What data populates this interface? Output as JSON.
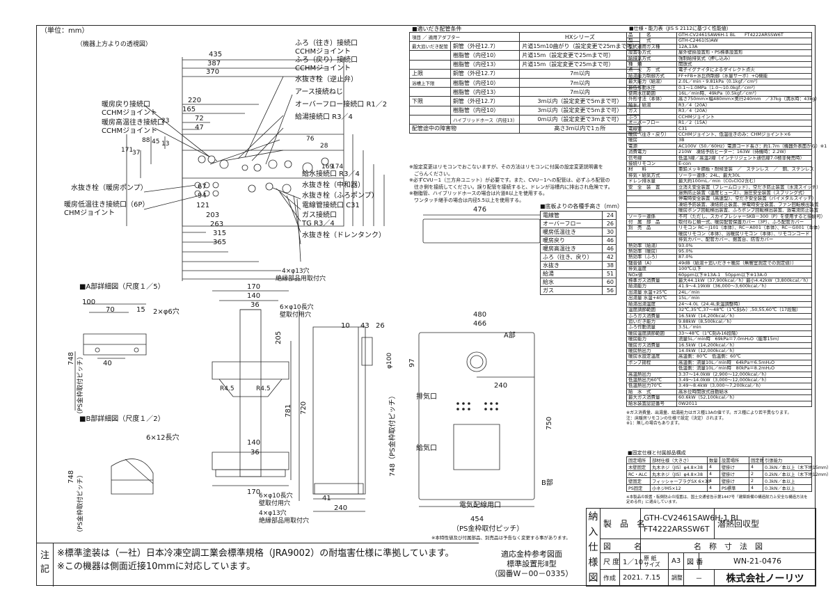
{
  "unit_label": "（単位：mm）",
  "top_view_label": "（機器上方よりの透視図）",
  "top_dims": [
    "435",
    "387",
    "370",
    "220",
    "165",
    "72",
    "47",
    "23",
    "88",
    "45",
    "13",
    "171",
    "37",
    "76",
    "28",
    "169",
    "174",
    "67",
    "94",
    "121",
    "203",
    "263",
    "315",
    "365"
  ],
  "top_labels": {
    "l1": "ふろ（往き）接続口",
    "l1b": "CCHMジョイント",
    "l2": "ふろ（戻り）接続口",
    "l2b": "CCHMジョイント",
    "l3": "暖房戻り接続口",
    "l3b": "CCHMジョイント",
    "l4": "暖房高温往き接続口",
    "l4b": "CCHMジョイント",
    "l5": "水抜き栓（逆止弁）",
    "l6": "アース接続ねじ",
    "l7": "オーバーフロー接続口 R1／2",
    "l8": "給湯接続口 R3／4",
    "r1": "給水接続口 R3／4",
    "r2": "水抜き栓（中和器）",
    "r3": "水抜き栓（ふろポンプ）",
    "r4": "電線管接続口 C31",
    "r5": "ガス接続口",
    "r5b": "TG R3／4",
    "r6": "水抜き栓（ドレンタンク）",
    "lp": "水抜き栓（暖房ポンプ）",
    "lq": "暖房低温往き接続口（6P）",
    "lqb": "CHMジョイント"
  },
  "detail_a": {
    "title": "■A部詳細図（尺度１／5）",
    "dims": [
      "100",
      "70",
      "15",
      "2×φ6穴",
      "40",
      "748",
      "（PS金枠取付ピッチ）"
    ]
  },
  "detail_b": {
    "title": "■B部詳細図（尺度１／2）",
    "dims": [
      "6×12長穴",
      "748",
      "（PS金枠取付ピッチ）"
    ]
  },
  "center_dims": {
    "top": [
      "170",
      "140",
      "36",
      "4×φ13穴",
      "絶縁部品用取付穴",
      "6×φ10長穴",
      "壁取付用穴",
      "R4.5",
      "R4.5",
      "205",
      "781",
      "720"
    ],
    "bottom": [
      "140",
      "36",
      "6×φ10長穴",
      "壁取付用穴",
      "4×φ13穴",
      "絶縁部品用取付穴",
      "170",
      "41",
      "240"
    ]
  },
  "side_dims": [
    "10",
    "43",
    "26",
    "φ100",
    "97",
    "240",
    "750"
  ],
  "side_labels": {
    "exhaust": "排気口",
    "intake": "給気口",
    "a": "A部",
    "b": "B部",
    "cable": "電気配線用口"
  },
  "front_dims": [
    "480",
    "466",
    "476",
    "454",
    "（PS金枠取付ピッチ）",
    "748（PS金枠取付ピッチ）"
  ],
  "pipe_table": {
    "title": "■適いだき配管条件",
    "adapter": "適用アダプター",
    "hx": "HXシリーズ",
    "item": "項目",
    "rows": [
      [
        "最大追いだき配管",
        "銅管（外径12.7）",
        "片道15m10曲がり（設定変更で25mまで可）"
      ],
      [
        "",
        "樹脂管（内径10）",
        "片道15m（設定変更で25mまで可）"
      ],
      [
        "",
        "樹脂管（内径13）",
        "片道15m（設定変更で25mまで可）"
      ],
      [
        "上限",
        "銅管（外径12.7）",
        "7m以内"
      ],
      [
        "",
        "樹脂管（内径10）",
        "7m以内"
      ],
      [
        "",
        "樹脂管（内径13）",
        "7m以内"
      ],
      [
        "下限",
        "銅管（外径12.7）",
        "3m以内（設定変更で5mまで可）"
      ],
      [
        "",
        "樹脂管（内径10）",
        "3m以内（設定変更で5mまで可）"
      ],
      [
        "",
        "樹脂管（内径13）",
        "0m以内（設定変更で3mまで可）"
      ]
    ],
    "updown": "浴槽上下限",
    "hybrid": "ハイブリッドホース（内径13）",
    "last_l": "配管途中の障害物",
    "last_r": "高さ3m以内で1ヵ所",
    "notes": [
      "※設定変更はリモコンでおこないますが、その方法はリモコンに付属の設定変更説明書を",
      "　ごらんください。",
      "※必ずCVU－1（三方弁ユニット）が必要です。また、CVU－1への配管は、必ずふろ配管の",
      "　往き側を接続してください。誤り配管を接続すると、ドレンが浴槽内に排出され危険です。",
      "※樹脂管、ハイブリッドホースの場合は片道8以上を使用する。",
      "　ワンタッチ継手の場合は内径5.5以上を使用する。"
    ]
  },
  "height_table": {
    "title": "■底板よりの各種手高さ（mm）",
    "rows": [
      [
        "電線管",
        "24"
      ],
      [
        "オーバーフロー",
        "26"
      ],
      [
        "暖房低温往き",
        "30"
      ],
      [
        "暖房戻り",
        "46"
      ],
      [
        "暖房高温往き",
        "46"
      ],
      [
        "ふろ（往き、戻り）",
        "42"
      ],
      [
        "水抜き",
        "38"
      ],
      [
        "給湯",
        "51"
      ],
      [
        "給水",
        "60"
      ],
      [
        "ガス",
        "56"
      ]
    ]
  },
  "spec_table": {
    "title": "■仕様・能力表（JIS S 2112に基づく性能値）",
    "rows": [
      [
        "品　　　名",
        "GTH-CV2461SAW6H-1 BL　　FT4222ARSSW6T"
      ],
      [
        "型　　　式",
        "GTH-C2461(S)AW"
      ],
      [
        "型式適用ガス種",
        "12A,13A"
      ],
      [
        "設置の方式",
        "屋外壁掛設置形・PS標準設置形"
      ],
      [
        "給排気方式",
        "強制給排気式（押し込み）"
      ],
      [
        "種　類",
        "開放式"
      ],
      [
        "点　火　方　式",
        "電子イグナイタによるダイレクト点火"
      ],
      [
        "給湯能力制御方式",
        "FF+FB+水比例制御（水量サーボ）+Q機能"
      ],
      [
        "最大能力（給湯）",
        "2.0L／min・9.81kPa（0.1kgf／cm²）"
      ],
      [
        "最低作動水圧",
        "0.1～1.0MPa（1.0～10.0kgf／cm²）"
      ],
      [
        "使用水圧範囲",
        "16L／min時、49kPa（0.5kgf／cm²）"
      ],
      [
        "外形寸法（本体）",
        "高さ750mm×幅480mm×奥行240mm　／37kg（満水時：43kg）"
      ],
      [
        "給水・給湯",
        "R3／4（20A）"
      ],
      [
        "ガス",
        "R3／4（20A）"
      ],
      [
        "ふろ",
        "CCHMジョイント"
      ],
      [
        "オーバーフロー",
        "R1／2（15A）"
      ],
      [
        "電線管",
        "C31"
      ],
      [
        "暖房（往き・戻り）",
        "CCHMジョイント、低温往きのみ：CHMジョイント×6"
      ],
      [
        "暖房",
        "3B"
      ],
      [
        "電源",
        "AC100V（50／60Hz）電源コード長さ：約1.7m（機器外表面から）※1"
      ],
      [
        "消費電力",
        "210W　凍結予防ヒーター：163W（待機時：2.2W）"
      ],
      [
        "信号線",
        "低温3線／高温2線（インテリジェント通信線7.0極非発売時）"
      ],
      [
        "接続リモコン",
        "E-con"
      ],
      [
        "材　　料",
        "亜鉛メッキ鋼板・耐候塗装　／　ステンレス　／　銅、ステンレス"
      ],
      [
        "排気・給気方式",
        "ソーラー連係：24L、最大30L"
      ],
      [
        "ドレン排水量",
        "最大約100mL／min（CO₂ClO2含む）"
      ],
      [
        "安　全　装　置",
        "立消え安全装置（フレームロッド）、空だき防止装置（水流スイッチ）"
      ],
      [
        "",
        "過熱防止装置（温度ヒューズ）、過圧安全装置（スプリング式）"
      ],
      [
        "",
        "停電時安全装置（高速型）、空だき安全装置（バイメタルスイッチ）"
      ],
      [
        "",
        "凍結予防装置、凍結防止装置、停電時安全装置、ファン回転検出装置"
      ],
      [
        "",
        "暖房ポンプ回転検出装置、ふろポンプ回転検出装置、過電流防止装置"
      ],
      [
        "ソーラー連係",
        "不可（ただし、スカイプレシャーSKB－300（P）を使用すると接続可）"
      ],
      [
        "付　属　部　品",
        "取付ねじ類一式、暖房配管保護カバー（3P）、ふろ配管カバー"
      ],
      [
        "別　売　品",
        "リモコン RC－J101（本体）、RC－A001（本体）、RC－G001（本体）"
      ],
      [
        "",
        "暖房リモコン（本体）、浴暖房リモコン（本体）、リモコンコード"
      ],
      [
        "",
        "排気カバー、配管カバー、据置台、防雪カバー"
      ],
      [
        "熱効率（給湯）",
        "93.0%"
      ],
      [
        "熱効率（暖房）",
        "95.0%"
      ],
      [
        "熱効率（ふろ）",
        "87.0%"
      ],
      [
        "騒音値（A）",
        "49dB（給湯＋追いだき＋暖房（無響室測定での測定値））"
      ],
      [
        "排気温度",
        "100℃以下"
      ],
      [
        "NOx値",
        "60ppm以下※13A-1　50ppm以下※13A-0"
      ],
      [
        "標準ガス消費量",
        "最大44.1kW（37,900kcal／h）最小4.42kW（3,800kcal／h）"
      ],
      [
        "給湯能力",
        "41.9～4.19kW（36,000～3,600kcal／h）"
      ],
      [
        "出湯量 水温+25℃",
        "24L／min"
      ],
      [
        "出湯量 水温+40℃",
        "15L／min"
      ],
      [
        "給湯出湯温度",
        "24～4.0L（24.4L未温調整時）"
      ],
      [
        "温度調節範囲",
        "32℃,35℃,37～48℃（1℃刻み）,50,55,60℃（17段階）"
      ],
      [
        "ふろガス消費量",
        "16.5kW（14,200kcal／h）"
      ],
      [
        "追いだき能力",
        "9.88kW（8,500kcal／h）"
      ],
      [
        "ふろ作動流量",
        "3.5L／min"
      ],
      [
        "暖房温度調節範囲",
        "33～48℃（1℃刻み16段階）"
      ],
      [
        "暖房能力",
        "流量5L／min時　69kPa＝7.0mH₂O（能率15m）"
      ],
      [
        "暖房ガス消費量",
        "16.5kW（14,200kcal／h）"
      ],
      [
        "暖房熱出力",
        "14.0kW（12,000kcal／h）"
      ],
      [
        "暖房水設定温度",
        "高温側：80℃　低温側：60℃"
      ],
      [
        "ポンプ揚程",
        "高温側：流量10L／min時　64kPa＝6.5mH₂O"
      ],
      [
        "",
        "低温側：流量10L／min時　80kPa＝8.2mH₂O"
      ],
      [
        "高温熱出力",
        "3.37～14.0kW（2,900～12,000kcal／h）"
      ],
      [
        "低温熱出力60℃",
        "3.49～14.0kW（3,000～12,000kcal／h）"
      ],
      [
        "低温熱出力70℃",
        "3.49～8.4kW（3,000～7,200kcal／h）"
      ],
      [
        "給　水　式",
        "高水位時開放式自動給水"
      ],
      [
        "最大ガス消費量",
        "60.6kW（52,100kcal／h）"
      ],
      [
        "給水装置認証番号",
        "0W2011"
      ]
    ],
    "notes": [
      "※ガス消費量、出湯量、給湯能力はガス種13Aの値です。ガス種により若干異なります。",
      "注：床暖房リモコンの仕様で設定（決定）されます。",
      "※1：無しの場合もあります。"
    ]
  },
  "fix_table": {
    "title": "■固定仕様と付属部品構成",
    "head": [
      "固定場所",
      "部材仕様（大きさ）",
      "数量",
      "設置場所",
      "固定数",
      "引張能力"
    ],
    "rows": [
      [
        "木壁固定",
        "丸木ネジ（JIS）φ4.8×38",
        "4",
        "壁掛け",
        "4",
        "0.3kN／本以上（木下地15mm）"
      ],
      [
        "RC・ALC",
        "丸木ネジ（JIS）φ4.8×38",
        "4",
        "壁掛け",
        "2",
        "0.2kN／本以上（木下地12mm）"
      ],
      [
        "壁固定",
        "フィッシャープラグSX 6×30",
        "4",
        "壁掛け",
        "2",
        "0.3kN／本以上"
      ],
      [
        "PS固定",
        "小ネジM5×12",
        "4",
        "PS標準",
        "4",
        "0.3kN／本以上"
      ]
    ],
    "note": "※本製品の設置・転倒防止の措置は、国土交通省告示第1447号「建築設備の構造耐力上安全な構造方法を定める件」に適合しています。"
  },
  "title_block": {
    "side": [
      "納",
      "入",
      "仕",
      "様",
      "図"
    ],
    "product_label": "製　品　名",
    "product_1": "GTH-CV2461SAW6H-1 BL",
    "product_2": "FT4222ARSSW6T",
    "product_type": "潜熱回収型",
    "drawing_label": "図　　　名",
    "drawing_name": "名　称　寸　法　図",
    "scale_label": "尺 度",
    "scale": "1／10",
    "paper_label": "原 紙\nサイズ",
    "paper": "A3",
    "no_label": "図 番",
    "no": "WN-21-0476",
    "date_label": "作成",
    "date": "2021. 7.15",
    "rev_label": "調整",
    "rev": "－",
    "rev2": "－",
    "company": "株式会社ノーリツ"
  },
  "adapt_note": {
    "l1": "適応金枠参考図面",
    "l2": "標準設置形Ⅱ型",
    "l3": "（図番W－00－0335）"
  },
  "footnote_small": "※本特性値及び付属部品、別売品は予告なく変更する事があります。",
  "notes": {
    "label": "注\n記",
    "n1": "※標準塗装は（一社）日本冷凍空調工業会標準規格（JRA9002）の耐塩害仕様に準拠しています。",
    "n2": "※この機器は側面近接10mmに対応しています。"
  }
}
